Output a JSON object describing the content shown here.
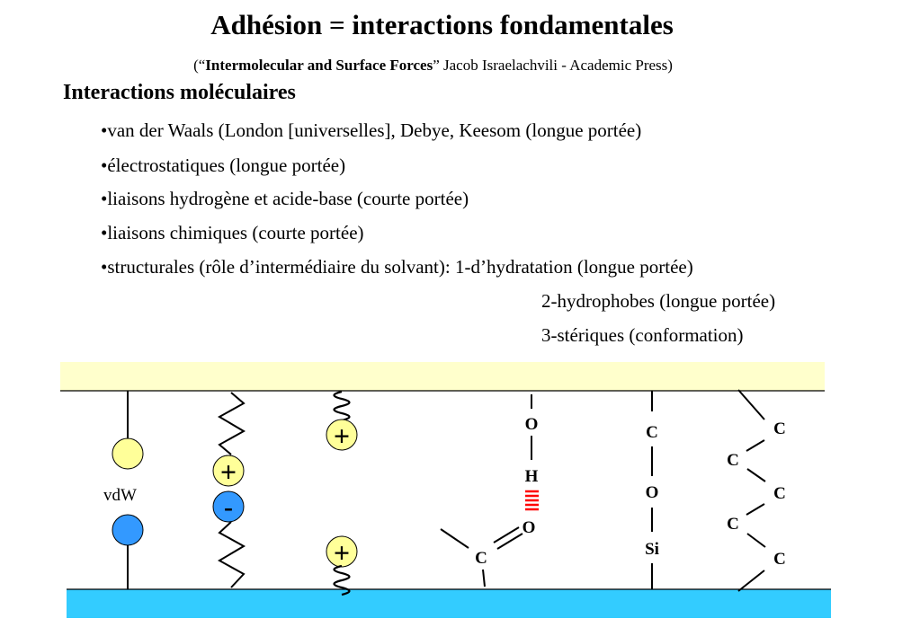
{
  "title": "Adhésion = interactions fondamentales",
  "reference": {
    "open": "(“",
    "book": "Intermolecular and Surface Forces",
    "rest": "” Jacob Israelachvili - Academic Press)"
  },
  "section_heading": "Interactions moléculaires",
  "bullets": [
    "•van der Waals (London [universelles], Debye, Keesom (longue portée)",
    "•électrostatiques (longue portée)",
    "•liaisons hydrogène et acide-base (courte portée)",
    "•liaisons chimiques (courte portée)",
    "•structurales (rôle d’intermédiaire du solvant): 1-d’hydratation (longue portée)"
  ],
  "sub_bullets": [
    "2-hydrophobes (longue portée)",
    "3-stériques (conformation)"
  ],
  "diagram": {
    "vdw_label": "vdW",
    "plus_sign": "+",
    "minus_sign": "-",
    "hbond_atoms": [
      "O",
      "H",
      "O",
      "C"
    ],
    "covalent_atoms": [
      "C",
      "O",
      "Si"
    ],
    "chain_atoms": [
      "C",
      "C",
      "C",
      "C",
      "C"
    ],
    "colors": {
      "top_surface": "#ffffcc",
      "bottom_surface": "#33ccff",
      "yellow_sphere": "#ffff99",
      "blue_sphere": "#3399ff",
      "hbond": "#ff0000"
    }
  }
}
